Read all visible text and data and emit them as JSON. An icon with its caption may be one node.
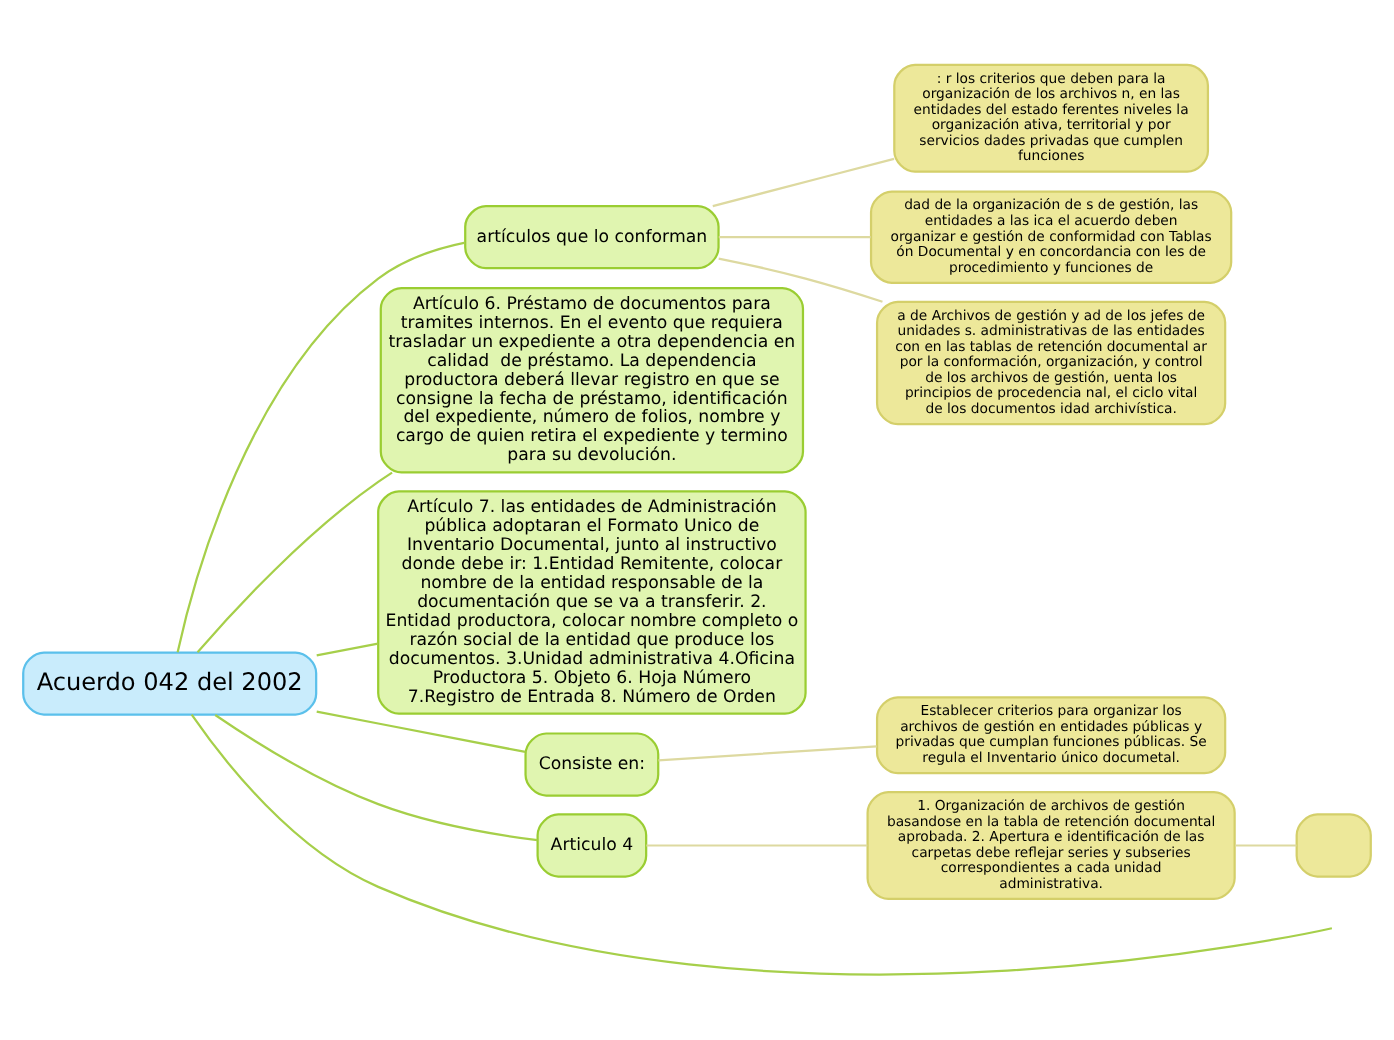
{
  "diagram": {
    "nodes": [
      {
        "text": [
          "Acuerdo 042 del 2002"
        ]
      },
      {
        "text": [
          "artículos que lo conforman"
        ]
      },
      {
        "text": [
          ": r los criterios que deben para la organización de los archivos n, en las entidades del estado ferentes niveles la organización ativa, territorial y por servicios dades privadas que cumplen funciones"
        ]
      },
      {
        "text": [
          "dad de la organización de s de gestión, las entidades a las ica el acuerdo deben organizar e gestión de conformidad con Tablas ón Documental y en concordancia con les de procedimiento y funciones de"
        ]
      },
      {
        "text": [
          "a de Archivos de gestión y ad de los jefes de unidades s. administrativas de las entidades con en las tablas de retención documental ar por la conformación, organización, y control de los archivos de gestión, uenta los principios de procedencia nal, el ciclo vital de los documentos idad archivística."
        ]
      },
      {
        "text": [
          "Artículo 6. Préstamo de documentos para tramites internos. En el evento que requiera trasladar un expediente a otra dependencia en calidad  de préstamo. La dependencia productora deberá llevar registro en que se consigne la fecha de préstamo, identificación del expediente, número de folios, nombre y cargo de quien retira el expediente y termino para su devolución."
        ]
      },
      {
        "text": [
          "Artículo 7. las entidades de Administración pública adoptaran el Formato Unico de Inventario Documental, junto al instructivo donde debe ir: 1.Entidad Remitente, colocar nombre de la entidad responsable de la documentación que se va a transferir. 2. Entidad productora, colocar nombre completo o razón social de la entidad que produce los documentos. 3.Unidad administrativa 4.Oficina Productora 5. Objeto 6. Hoja Número 7.Registro de Entrada 8. Número de Orden"
        ]
      },
      {
        "text": [
          "Consiste en:"
        ]
      },
      {
        "text": [
          "Establecer criterios para organizar los archivos de gestión en entidades públicas y privadas que cumplan funciones públicas. Se regula el Inventario único documetal."
        ]
      },
      {
        "text": [
          "Articulo 4"
        ]
      },
      {
        "text": [
          "1. Organización de archivos de gestión basandose en la tabla de retención documental aprobada. 2. Apertura e identificación de las carpetas debe reflejar series y subseries correspondientes a cada unidad administrativa."
        ]
      },
      {
        "text": [],
        "shape": "box"
      }
    ],
    "edges": [
      {
        "from": 0,
        "to": 1,
        "arrow": "none",
        "color": "#a6cf4a"
      },
      {
        "from": 1,
        "to": 2,
        "arrow": "none"
      },
      {
        "from": 1,
        "to": 3,
        "arrow": "none"
      },
      {
        "from": 1,
        "to": 4,
        "arrow": "none"
      },
      {
        "from": 0,
        "to": 5,
        "arrow": "none",
        "color": "#a6cf4a"
      },
      {
        "from": 0,
        "to": 6,
        "arrow": "none",
        "color": "#a6cf4a"
      },
      {
        "from": 0,
        "to": 7,
        "arrow": "none",
        "color": "#a6cf4a"
      },
      {
        "from": 7,
        "to": 8,
        "arrow": "none"
      },
      {
        "from": 0,
        "to": 9,
        "arrow": "none",
        "color": "#a6cf4a"
      },
      {
        "from": 9,
        "to": 10,
        "arrow": "none"
      },
      {
        "from": 10,
        "to": 11,
        "arrow": "none"
      },
      {
        "from": 0,
        "to": null,
        "arrow": "none",
        "color": "#a6cf4a"
      }
    ]
  }
}
